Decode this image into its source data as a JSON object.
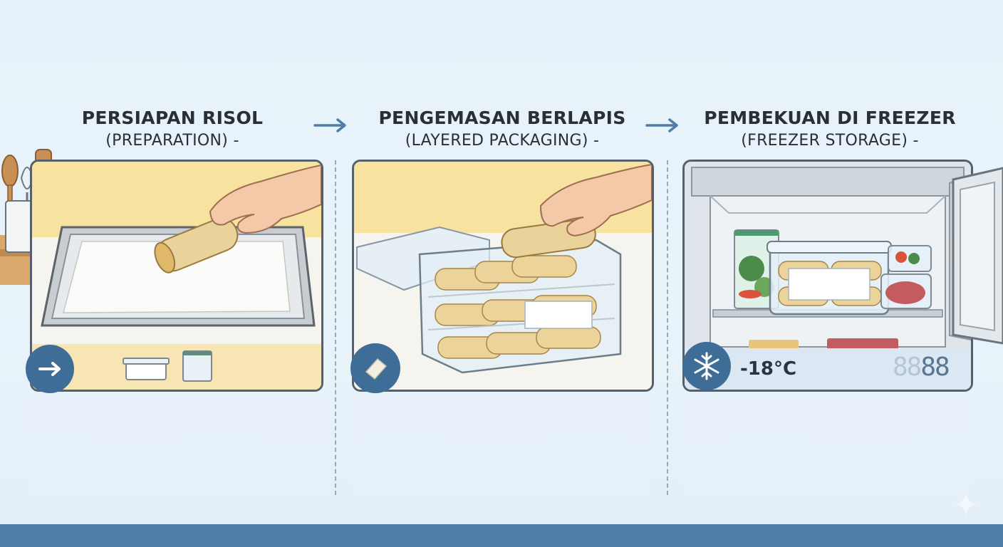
{
  "steps": [
    {
      "title": "PERSIAPAN RISOL",
      "subtitle": "(PREPARATION) -"
    },
    {
      "title": "PENGEMASAN BERLAPIS",
      "subtitle": "(LAYERED PACKAGING) -"
    },
    {
      "title": "PEMBEKUAN DI FREEZER",
      "subtitle": "(FREEZER STORAGE) -"
    }
  ],
  "freezer_display": {
    "temperature": "-18°C",
    "digits_dim": "88",
    "digits_lit": "88"
  },
  "icons": {
    "step1_badge": "arrow-right-icon",
    "step2_badge": "paper-sheet-icon",
    "step3_badge": "snowflake-icon",
    "between_steps": "arrow-right-icon"
  },
  "colors": {
    "accent": "#3e6d98",
    "bottom_bar": "#4f7ea8",
    "panel_border": "#55606b",
    "wall_yellow": "#f7e2a0"
  }
}
